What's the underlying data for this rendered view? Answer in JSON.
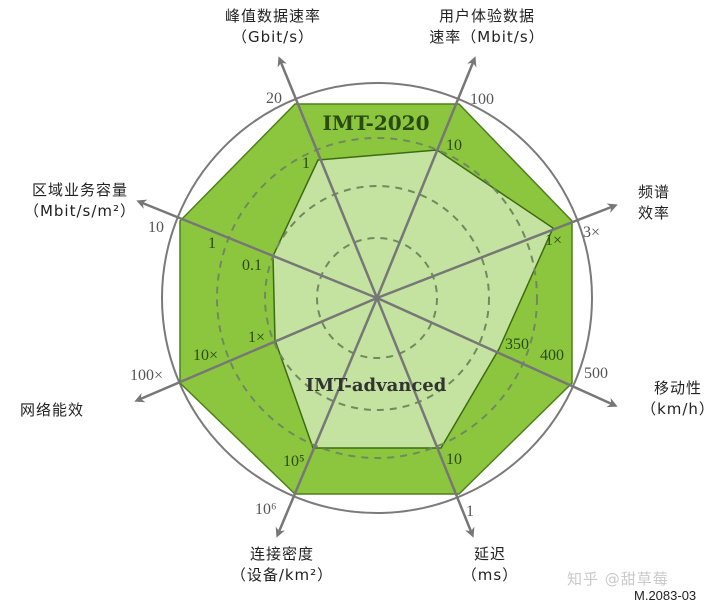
{
  "diagram": {
    "title": "",
    "figure_id": "M.2083-03",
    "watermark": "知乎 @甜草莓",
    "colors": {
      "imt2020_fill": "#8cc63f",
      "imt_advanced_fill": "#c4e3a0",
      "outline_dark": "#3d6b12",
      "axis": "#777777",
      "circle": "#7a7a7a",
      "dashed": "#6f8f5a"
    },
    "series": [
      {
        "name": "IMT-2020",
        "label": "IMT-2020"
      },
      {
        "name": "IMT-advanced",
        "label": "IMT-advanced"
      }
    ],
    "axes": [
      {
        "id": "peak",
        "title_line1": "峰值数据速率",
        "title_line2": "（Gbit/s）",
        "imt2020": "20",
        "imt_advanced": "1"
      },
      {
        "id": "user",
        "title_line1": "用户体验数据",
        "title_line2": "速率（Mbit/s）",
        "imt2020": "100",
        "imt_advanced": "10"
      },
      {
        "id": "spectral",
        "title_line1": "频谱",
        "title_line2": "效率",
        "imt2020": "3×",
        "imt_advanced": "1×"
      },
      {
        "id": "mobility",
        "title_line1": "移动性",
        "title_line2": "（km/h）",
        "imt2020": "500",
        "imt_advanced": "350",
        "mid": "400"
      },
      {
        "id": "latency",
        "title_line1": "延迟",
        "title_line2": "（ms）",
        "imt2020": "1",
        "imt_advanced": "10"
      },
      {
        "id": "connection",
        "title_line1": "连接密度",
        "title_line2": "（设备/km²）",
        "imt2020": "10⁶",
        "imt_advanced": "10⁵"
      },
      {
        "id": "energy",
        "title_line1": "网络能效",
        "title_line2": "",
        "imt2020": "100×",
        "imt_advanced": "1×",
        "mid": "10×"
      },
      {
        "id": "area",
        "title_line1": "区域业务容量",
        "title_line2": "（Mbit/s/m²）",
        "imt2020": "10",
        "imt_advanced": "0.1",
        "mid": "1"
      }
    ]
  }
}
